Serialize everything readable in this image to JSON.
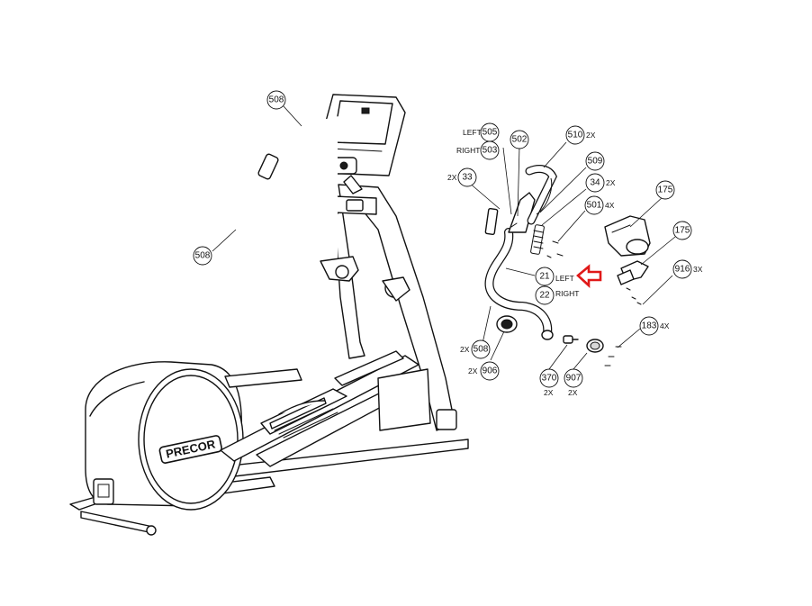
{
  "brand": "PRECOR",
  "callouts": [
    {
      "id": "c508-top",
      "number": "508"
    },
    {
      "id": "c508-left",
      "number": "508"
    },
    {
      "id": "c505",
      "number": "505",
      "prefix": "LEFT"
    },
    {
      "id": "c503",
      "number": "503",
      "prefix": "RIGHT"
    },
    {
      "id": "c502",
      "number": "502"
    },
    {
      "id": "c510",
      "number": "510",
      "suffix": "2X"
    },
    {
      "id": "c509",
      "number": "509"
    },
    {
      "id": "c33",
      "number": "33",
      "prefix": "2X"
    },
    {
      "id": "c34",
      "number": "34",
      "suffix": "2X"
    },
    {
      "id": "c501",
      "number": "501",
      "suffix": "4X"
    },
    {
      "id": "c175-top",
      "number": "175"
    },
    {
      "id": "c175-mid",
      "number": "175"
    },
    {
      "id": "c916",
      "number": "916",
      "suffix": "3X"
    },
    {
      "id": "c21",
      "number": "21",
      "suffix": "LEFT"
    },
    {
      "id": "c22",
      "number": "22",
      "suffix": "RIGHT"
    },
    {
      "id": "c508-exp",
      "number": "508",
      "prefix": "2X"
    },
    {
      "id": "c906",
      "number": "906",
      "prefix": "2X"
    },
    {
      "id": "c183",
      "number": "183",
      "suffix": "4X"
    },
    {
      "id": "c370",
      "number": "370",
      "below": "2X"
    },
    {
      "id": "c907",
      "number": "907",
      "below": "2X"
    }
  ],
  "colors": {
    "line": "#111111",
    "background": "#ffffff",
    "arrow": "#e01818"
  },
  "icons": {
    "pointer": "left-arrow-icon"
  }
}
